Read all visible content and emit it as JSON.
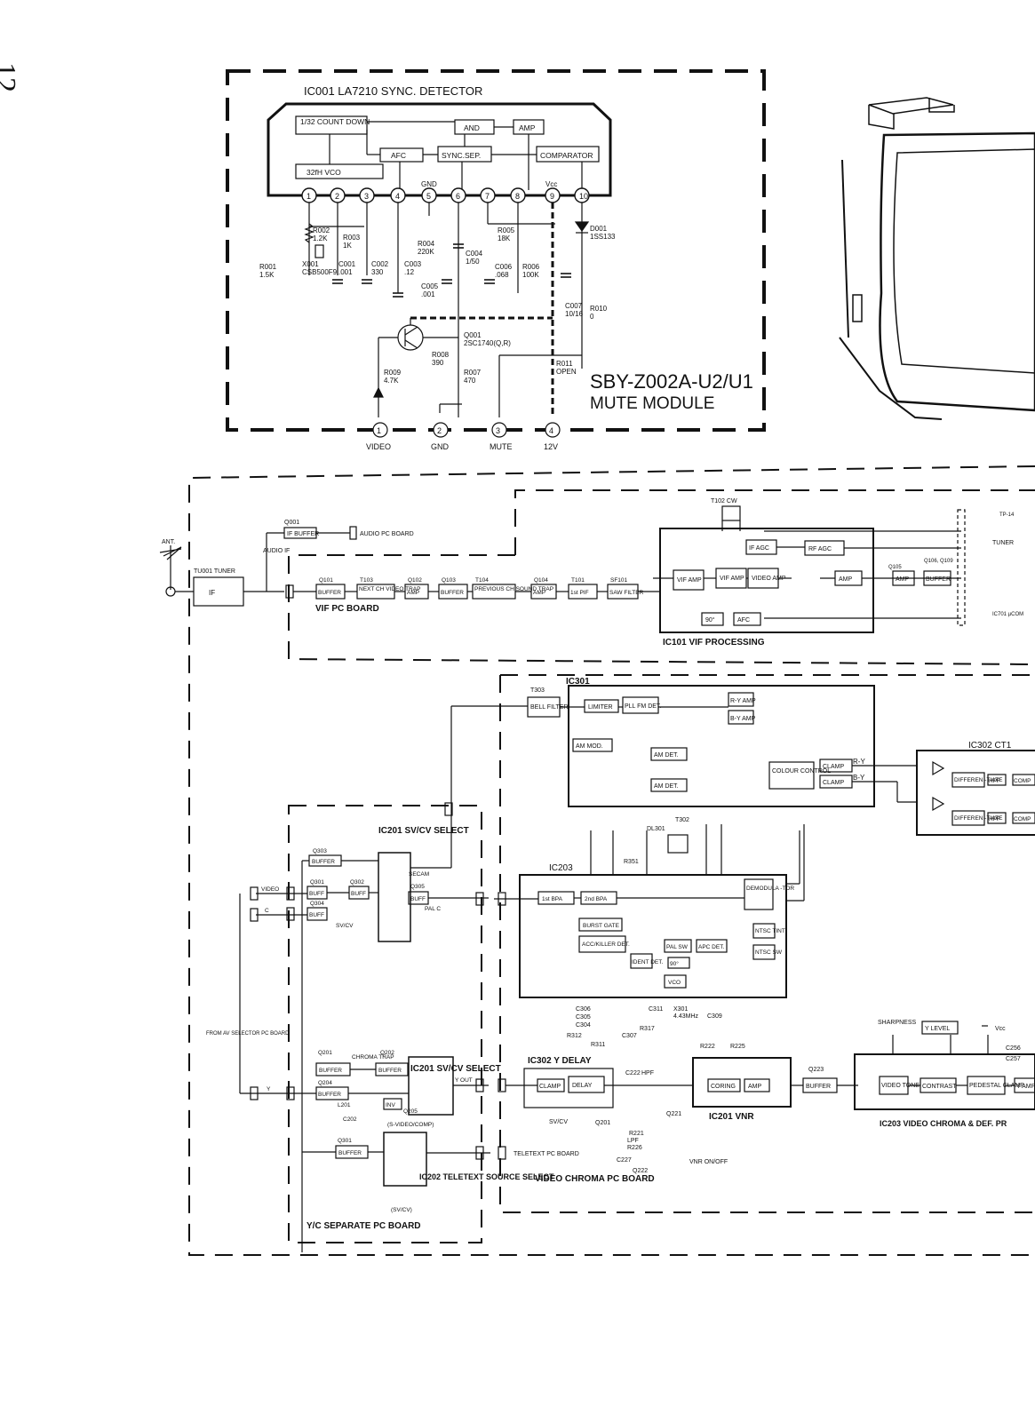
{
  "page_number": "12",
  "mute_module": {
    "title": "IC001  LA7210  SYNC. DETECTOR",
    "blocks": [
      "1/32 COUNT DOWN",
      "AND",
      "AMP",
      "AFC",
      "SYNC.SEP.",
      "COMPARATOR",
      "32fH  VCO"
    ],
    "pins": [
      "1",
      "2",
      "3",
      "4",
      "5",
      "6",
      "7",
      "8",
      "9",
      "10"
    ],
    "pin_labels": {
      "gnd": "GND",
      "vcc": "Vcc"
    },
    "parts": [
      "R002 1.2K",
      "R003 1K",
      "X001 CSB500F9",
      "R001 1.5K",
      "C001 .001",
      "C002 330",
      "C003 .12 TF",
      "R004 220K",
      "C004 1/50",
      "C005 .001",
      "R005 18K",
      "C006 .068",
      "R006 100K",
      "D001 1SS133",
      "C007 10/16",
      "R010 0",
      "Q001 2SC1740(Q,R)",
      "R008 390",
      "R009 4.7K",
      "R007 470",
      "R011 OPEN"
    ],
    "module_name": "SBY-Z002A-U2/U1",
    "module_sub": "MUTE MODULE",
    "conn_pins": [
      "1",
      "2",
      "3",
      "4"
    ],
    "conn_labels": [
      "VIDEO",
      "GND",
      "MUTE",
      "12V"
    ]
  },
  "vif": {
    "ant": "ANT.",
    "tuner": "TU001 TUNER",
    "if": "IF",
    "q001": "Q001",
    "if_buffer": "IF BUFFER",
    "audio_pc": "AUDIO PC BOARD",
    "audio_if": "AUDIO IF",
    "stages": [
      "BUFFER",
      "NEXT CH VIDEO TRAP",
      "AMP",
      "BUFFER",
      "PREVIOUS CH SOUND TRAP",
      "AMP",
      "1st PIF",
      "SAW FILTER"
    ],
    "stage_refs": [
      "Q101",
      "T103",
      "Q102",
      "Q103",
      "T104",
      "Q104",
      "T101",
      "SF101"
    ],
    "board": "VIF PC BOARD",
    "ic_blocks": [
      "VIF AMP",
      "VIF AMP",
      "VIDEO AMP",
      "IF AGC",
      "RF AGC",
      "AMP",
      "90°",
      "AFC"
    ],
    "ic_title": "IC101 VIF PROCESSING",
    "t102": "T102 CW",
    "out_amp": "AMP",
    "out_buffer": "BUFFER",
    "out_refs": [
      "Q105",
      "Q106, Q109"
    ],
    "right_labels": [
      "TP-14",
      "TUNER",
      "IC701 µCOM"
    ]
  },
  "chroma": {
    "ic301": "IC301",
    "t303": "T303",
    "bell": "BELL FILTER",
    "ic301_blocks": [
      "LIMITER",
      "PLL FM DET.",
      "R-Y AMP",
      "B-Y AMP",
      "AM MOD.",
      "AM DET.",
      "AM DET.",
      "COLOUR CONTROL",
      "CLAMP",
      "CLAMP"
    ],
    "ry": "R-Y",
    "by": "B-Y",
    "ic302_ct": "IC302  CT1",
    "diff": [
      "DIFFEREN -TIATE",
      "HPF",
      "COMP",
      "DIFFEREN -TIATE",
      "HPF",
      "COMP"
    ],
    "t302": "T302",
    "dl301": "DL301",
    "r351": "R351",
    "ic203": "IC203",
    "ic203_blocks": [
      "1st BPA",
      "2nd BPA",
      "BURST GATE",
      "ACC/KILLER DET.",
      "IDENT DET.",
      "PAL SW",
      "APC DET.",
      "VCO",
      "DEMODULA -TOR",
      "NTSC TINT",
      "NTSC SW",
      "90°"
    ],
    "parts": [
      "C306",
      "C305",
      "C304",
      "R312",
      "R311",
      "R317",
      "C307",
      "C311",
      "X301",
      "4.43MHz",
      "C309"
    ]
  },
  "ycsep": {
    "ic201_top": "IC201 SV/CV SELECT",
    "buffers": [
      "BUFFER",
      "BUFF",
      "BUFF",
      "BUFF",
      "BUFF"
    ],
    "refs": [
      "Q303",
      "Q301",
      "Q302",
      "Q304",
      "Q305"
    ],
    "secam": "SECAM",
    "pal_c": "PAL C",
    "svcv": "SV/CV",
    "video": "VIDEO",
    "c": "C",
    "y": "Y",
    "from": "FROM AV SELECTOR PC BOARD",
    "ic201_bot": "IC201 SV/CV SELECT",
    "chroma_trap": "CHROMA TRAP",
    "bot_refs": [
      "Q201",
      "Q202",
      "Q204",
      "L201",
      "C202",
      "Q205",
      "Q301"
    ],
    "y_out": "Y OUT",
    "svideo": "(S-VIDEO/COMP)",
    "inv": "INV",
    "ic202": "IC202 TELETEXT SOURCE SELECT",
    "teletext": "TELETEXT PC BOARD",
    "board": "Y/C SEPARATE PC BOARD"
  },
  "video_chroma": {
    "ic302": "IC302 Y DELAY",
    "clamp": "CLAMP",
    "delay": "DELAY",
    "svcv": "SV/CV",
    "q201": "Q201",
    "hpf": "HPF",
    "lpf": "LPF",
    "parts": [
      "C222",
      "R221",
      "R226",
      "C227",
      "Q221",
      "Q222",
      "R222",
      "R225",
      "Q223"
    ],
    "vnr_onoff": "VNR ON/OFF",
    "vnr_blocks": [
      "CORING",
      "AMP"
    ],
    "vnr_title": "IC201 VNR",
    "buffer": "BUFFER",
    "board": "VIDEO CHROMA PC BOARD",
    "sharpness": "SHARPNESS",
    "ylevel": "Y LEVEL",
    "vcc": "Vcc",
    "c256": "C256",
    "c257": "C257",
    "tone_blocks": [
      "VIDEO TONE",
      "CONTRAST",
      "PEDESTAL CLAMP",
      "Y AMP"
    ],
    "ic203_title": "IC203 VIDEO CHROMA & DEF. PR"
  }
}
